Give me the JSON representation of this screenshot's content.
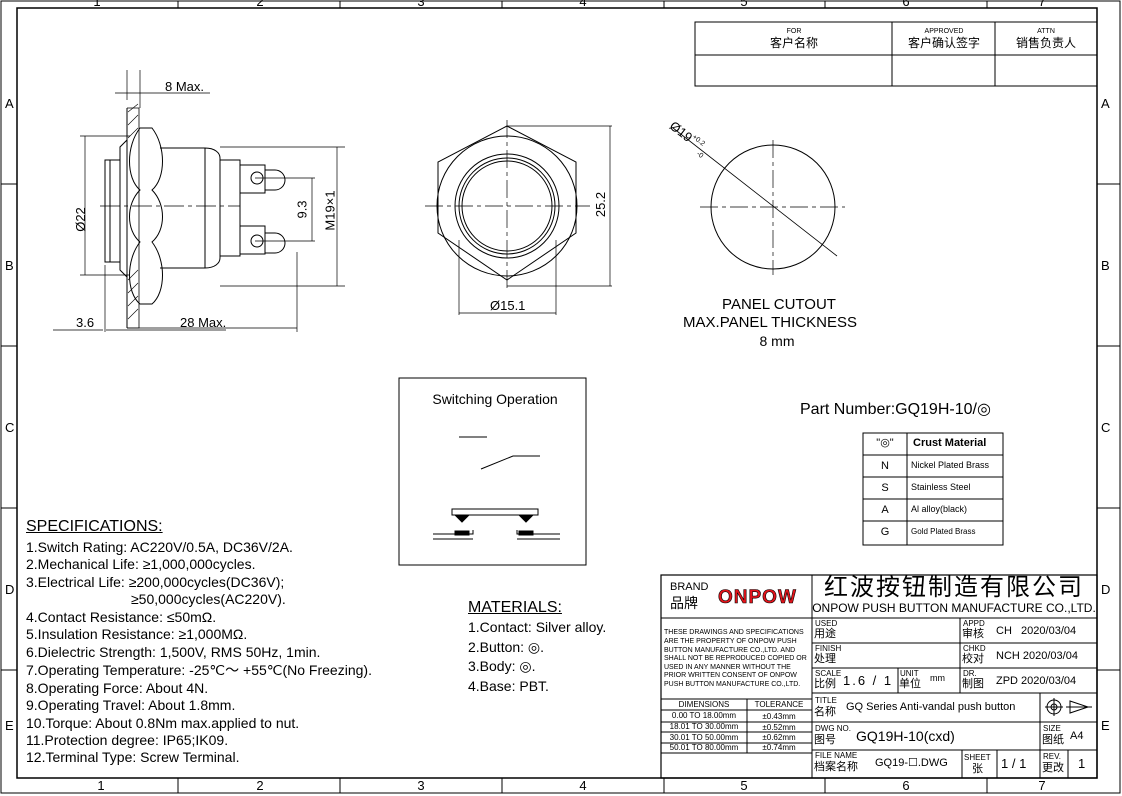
{
  "frame": {
    "cols": [
      "1",
      "2",
      "3",
      "4",
      "5",
      "6",
      "7"
    ],
    "rows": [
      "A",
      "B",
      "C",
      "D",
      "E"
    ]
  },
  "approval": {
    "for_en": "FOR",
    "for_cn": "客户名称",
    "approved_en": "APPROVED",
    "approved_cn": "客户确认签字",
    "attn_en": "ATTN",
    "attn_cn": "销售负责人"
  },
  "side_view": {
    "dim_8max": "8 Max.",
    "dim_22": "Ø22",
    "dim_93": "9.3",
    "dim_m19": "M19×1",
    "dim_36": "3.6",
    "dim_28max": "28 Max."
  },
  "front_view": {
    "dim_252": "25.2",
    "dim_151": "Ø15.1"
  },
  "cutout": {
    "dim": "Ø19",
    "tol_plus": "+0.2",
    "tol_minus": "-0",
    "label1": "PANEL CUTOUT",
    "label2": "MAX.PANEL THICKNESS",
    "label3": "8 mm"
  },
  "switching": {
    "title": "Switching Operation"
  },
  "part_number": "Part Number:GQ19H-10/◎",
  "crust_table": {
    "header": [
      "\"◎\"",
      "Crust Material"
    ],
    "rows": [
      [
        "N",
        "Nickel Plated Brass"
      ],
      [
        "S",
        "Stainless Steel"
      ],
      [
        "A",
        "Al alloy(black)"
      ],
      [
        "G",
        "Gold Plated Brass"
      ]
    ]
  },
  "specs": {
    "title": "SPECIFICATIONS:",
    "lines": [
      "1.Switch Rating: AC220V/0.5A, DC36V/2A.",
      "2.Mechanical Life: ≥1,000,000cycles.",
      "3.Electrical Life: ≥200,000cycles(DC36V);",
      "≥50,000cycles(AC220V).",
      "4.Contact Resistance: ≤50mΩ.",
      "5.Insulation Resistance: ≥1,000MΩ.",
      "6.Dielectric Strength: 1,500V, RMS 50Hz, 1min.",
      "7.Operating Temperature: -25℃～ +55℃(No Freezing).",
      "8.Operating Force: About 4N.",
      "9.Operating Travel: About 1.8mm.",
      "10.Torque: About 0.8Nm max.applied to nut.",
      "11.Protection degree: IP65;IK09.",
      "12.Terminal Type: Screw Terminal."
    ]
  },
  "materials": {
    "title": "MATERIALS:",
    "lines": [
      "1.Contact: Silver alloy.",
      "2.Button: ◎.",
      "3.Body: ◎.",
      "4.Base: PBT."
    ]
  },
  "title_block": {
    "brand_en": "BRAND",
    "brand_cn": "品牌",
    "logo": "ONPOW",
    "company_cn": "红波按钮制造有限公司",
    "company_en": "ONPOW PUSH BUTTON MANUFACTURE CO.,LTD.",
    "notice": [
      "THESE DRAWINGS AND SPECIFICATIONS",
      "ARE THE PROPERTY OF ONPOW PUSH",
      "BUTTON MANUFACTURE CO.,LTD. AND",
      "SHALL NOT BE REPRODUCED COPIED OR",
      "USED IN ANY MANNER WITHOUT THE",
      "PRIOR WRITTEN CONSENT OF ONPOW",
      "PUSH BUTTON MANUFACTURE CO.,LTD."
    ],
    "tol_header": [
      "DIMENSIONS",
      "TOLERANCE"
    ],
    "tol_rows": [
      [
        "0.00 TO 18.00mm",
        "±0.43mm"
      ],
      [
        "18.01 TO 30.00mm",
        "±0.52mm"
      ],
      [
        "30.01 TO 50.00mm",
        "±0.62mm"
      ],
      [
        "50.01 TO 80.00mm",
        "±0.74mm"
      ]
    ],
    "used_en": "USED",
    "used_cn": "用途",
    "finish_en": "FINISH",
    "finish_cn": "处理",
    "scale_en": "SCALE",
    "scale_cn": "比例",
    "scale": "1.6 / 1",
    "unit_en": "UNIT",
    "unit_cn": "单位",
    "unit": "mm",
    "appd_en": "APPD",
    "appd_cn": "审核",
    "appd": "CH   2020/03/04",
    "chkd_en": "CHKD",
    "chkd_cn": "校对",
    "chkd": "NCH 2020/03/04",
    "dr_en": "DR.",
    "dr_cn": "制图",
    "dr": "ZPD 2020/03/04",
    "title_en": "TITLE",
    "title_cn": "名称",
    "title": "GQ Series Anti-vandal push button",
    "dwg_en": "DWG NO.",
    "dwg_cn": "图号",
    "dwg": "GQ19H-10(cxd)",
    "size_en": "SIZE",
    "size_cn": "图纸",
    "size": "A4",
    "file_en": "FILE NAME",
    "file_cn": "档案名称",
    "file": "GQ19-☐.DWG",
    "sheet_en": "SHEET",
    "sheet_cn": "张",
    "sheet": "1 / 1",
    "rev_en": "REV.",
    "rev_cn": "更改",
    "rev": "1"
  }
}
